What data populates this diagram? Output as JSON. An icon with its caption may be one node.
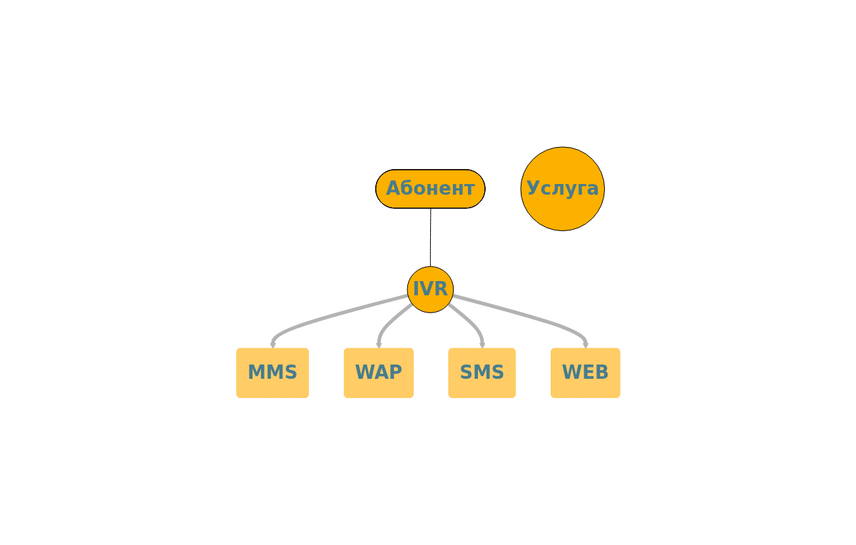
{
  "diagram": {
    "nodes": [
      {
        "text": [
          "Абонент"
        ]
      },
      {
        "text": [
          "Услуга"
        ]
      },
      {
        "text": [
          "IVR"
        ]
      },
      {
        "text": [
          "MMS"
        ]
      },
      {
        "text": [
          "WAP"
        ]
      },
      {
        "text": [
          "SMS"
        ]
      },
      {
        "text": [
          "WEB"
        ]
      }
    ],
    "edges": [
      {
        "from": 0,
        "to": 2,
        "arrow": "none",
        "color": "#000000"
      },
      {
        "from": 2,
        "to": 3,
        "arrow": "to"
      },
      {
        "from": 2,
        "to": 4,
        "arrow": "to"
      },
      {
        "from": 2,
        "to": 5,
        "arrow": "to"
      },
      {
        "from": 2,
        "to": 6,
        "arrow": "to"
      }
    ]
  }
}
